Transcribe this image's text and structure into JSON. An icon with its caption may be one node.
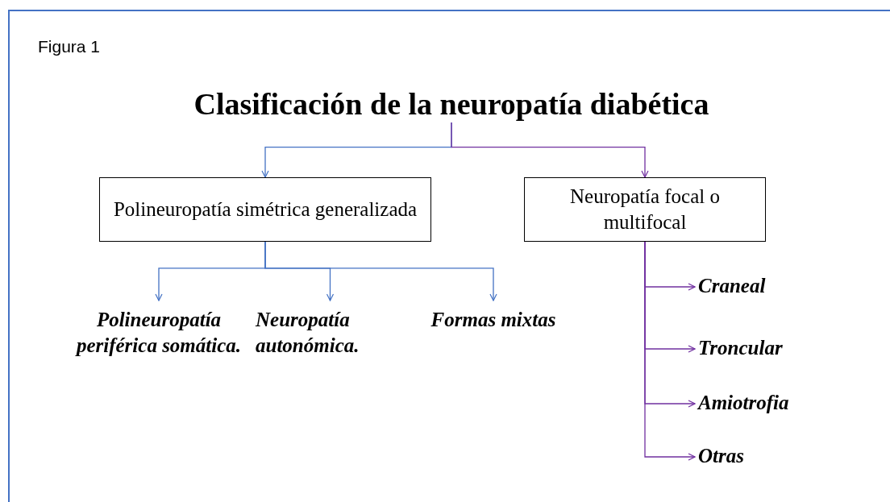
{
  "diagram": {
    "nodes": [
      {
        "text": [
          "Clasificación de la neuropatía diabética"
        ]
      },
      {
        "text": [
          "Polineuropatía simétrica generalizada"
        ]
      },
      {
        "text": [
          "Neuropatía focal o multifocal"
        ]
      },
      {
        "text": [
          "Polineuropatía periférica somática."
        ]
      },
      {
        "text": [
          "Neuropatía autonómica."
        ]
      },
      {
        "text": [
          "Formas mixtas"
        ]
      },
      {
        "text": [
          "Craneal"
        ]
      },
      {
        "text": [
          "Troncular"
        ]
      },
      {
        "text": [
          "Amiotrofia"
        ]
      },
      {
        "text": [
          "Otras"
        ]
      }
    ],
    "edges": [
      {
        "from": 0,
        "to": 1,
        "arrow": "to",
        "color": "#4472c4"
      },
      {
        "from": 0,
        "to": 2,
        "arrow": "to",
        "color": "#7030a0"
      },
      {
        "from": 1,
        "to": 3,
        "arrow": "to",
        "color": "#4472c4"
      },
      {
        "from": 1,
        "to": 4,
        "arrow": "to",
        "color": "#4472c4"
      },
      {
        "from": 1,
        "to": 5,
        "arrow": "to",
        "color": "#4472c4"
      },
      {
        "from": 2,
        "to": 6,
        "arrow": "to",
        "color": "#7030a0"
      },
      {
        "from": 2,
        "to": 7,
        "arrow": "to",
        "color": "#7030a0"
      },
      {
        "from": 2,
        "to": 8,
        "arrow": "to",
        "color": "#7030a0"
      },
      {
        "from": 2,
        "to": 9,
        "arrow": "to",
        "color": "#7030a0"
      }
    ],
    "labels": [
      "Figura 1"
    ]
  }
}
